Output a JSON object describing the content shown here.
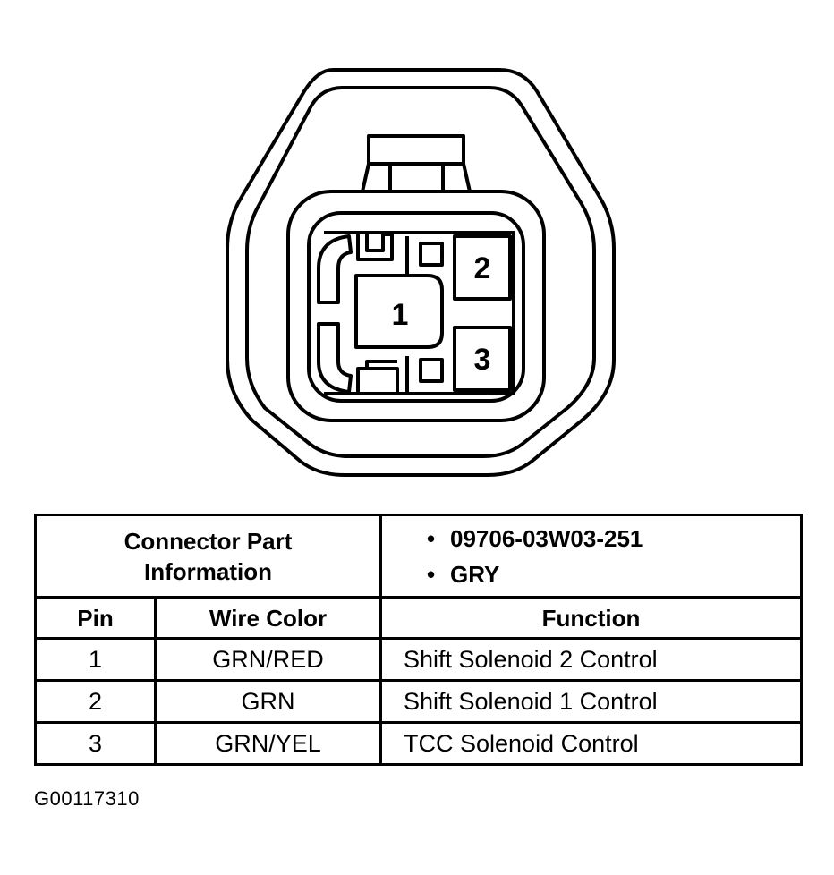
{
  "connector": {
    "pins": [
      {
        "label": "1"
      },
      {
        "label": "2"
      },
      {
        "label": "3"
      }
    ]
  },
  "table": {
    "part_info_label_line1": "Connector Part",
    "part_info_label_line2": "Information",
    "part_info_values": [
      "09706-03W03-251",
      "GRY"
    ],
    "bullet": "•",
    "headers": {
      "pin": "Pin",
      "wire_color": "Wire Color",
      "function": "Function"
    },
    "rows": [
      {
        "pin": "1",
        "wire_color": "GRN/RED",
        "function": "Shift Solenoid 2 Control"
      },
      {
        "pin": "2",
        "wire_color": "GRN",
        "function": "Shift Solenoid 1 Control"
      },
      {
        "pin": "3",
        "wire_color": "GRN/YEL",
        "function": "TCC Solenoid Control"
      }
    ]
  },
  "figure_id": "G00117310"
}
